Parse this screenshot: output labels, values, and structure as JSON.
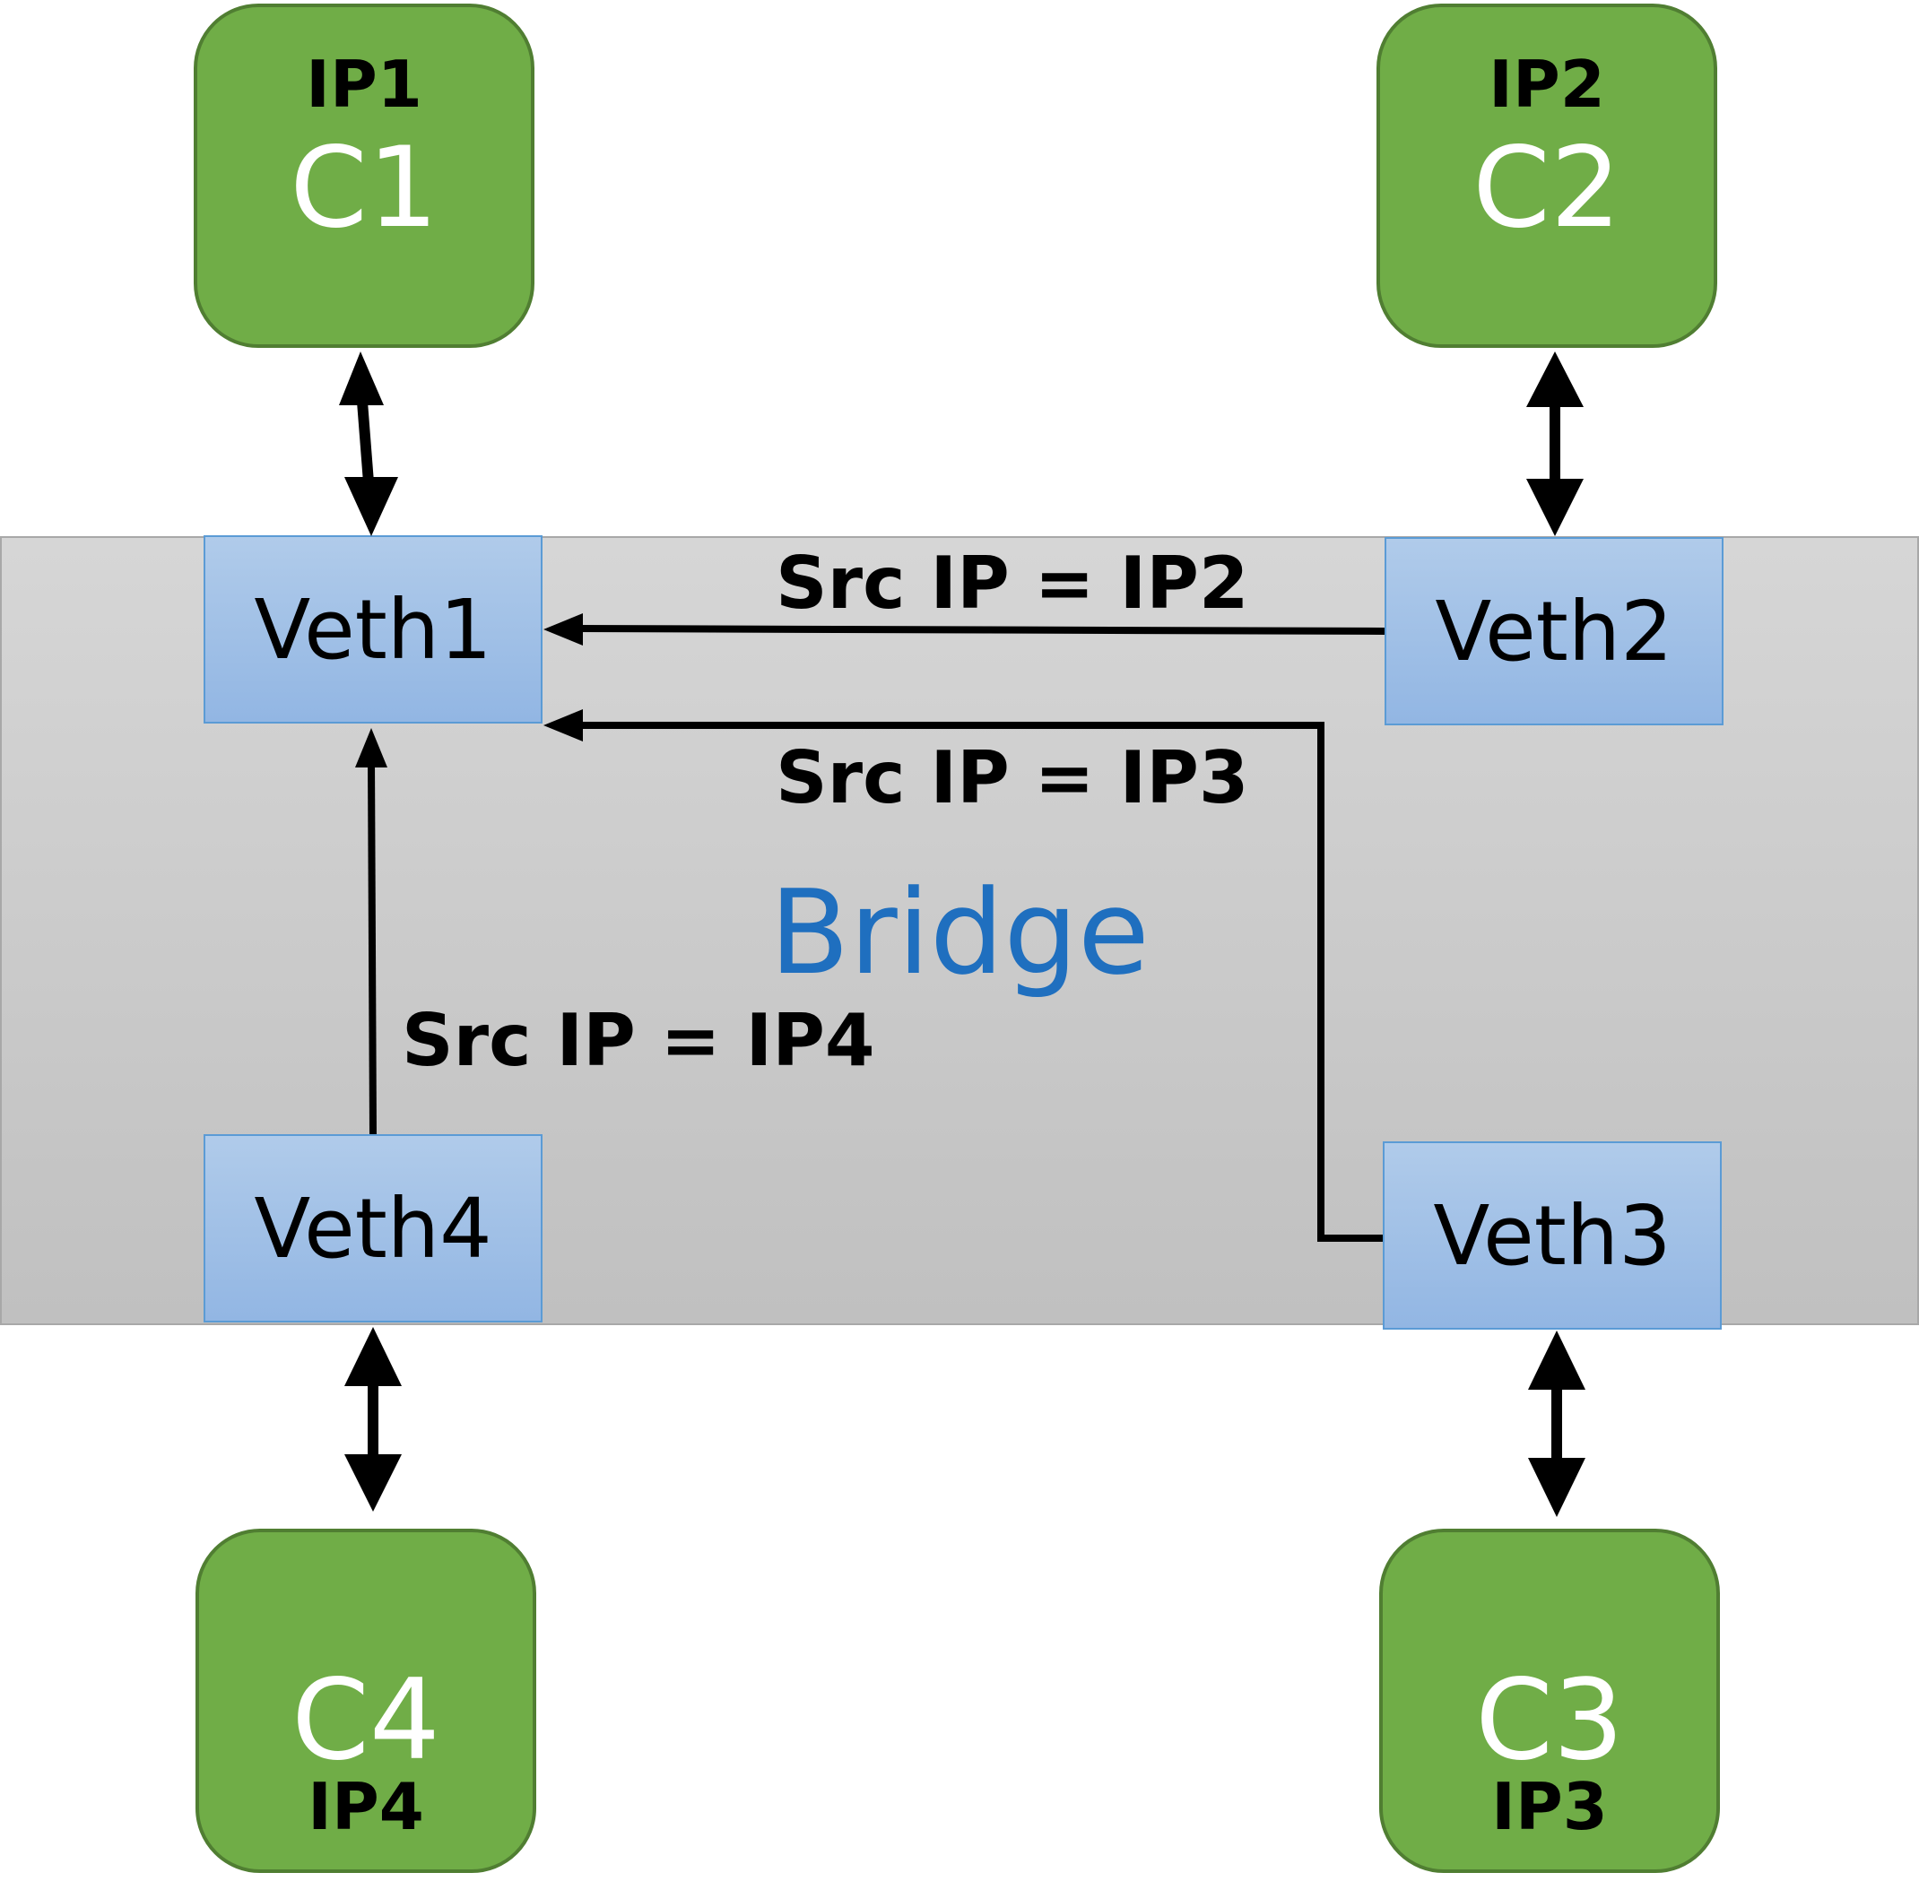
{
  "bridge": {
    "label": "Bridge"
  },
  "containers": {
    "c1": {
      "name": "C1",
      "ip": "IP1"
    },
    "c2": {
      "name": "C2",
      "ip": "IP2"
    },
    "c3": {
      "name": "C3",
      "ip": "IP3"
    },
    "c4": {
      "name": "C4",
      "ip": "IP4"
    }
  },
  "veths": {
    "veth1": "Veth1",
    "veth2": "Veth2",
    "veth3": "Veth3",
    "veth4": "Veth4"
  },
  "flows": {
    "from_veth2": "Src IP = IP2",
    "from_veth3": "Src IP = IP3",
    "from_veth4": "Src IP = IP4"
  },
  "colors": {
    "container_fill": "#70ad47",
    "container_border": "#507e32",
    "veth_fill": "#9dc3e6",
    "bridge_fill": "#c9c9c9",
    "bridge_label": "#1f6fbf"
  }
}
